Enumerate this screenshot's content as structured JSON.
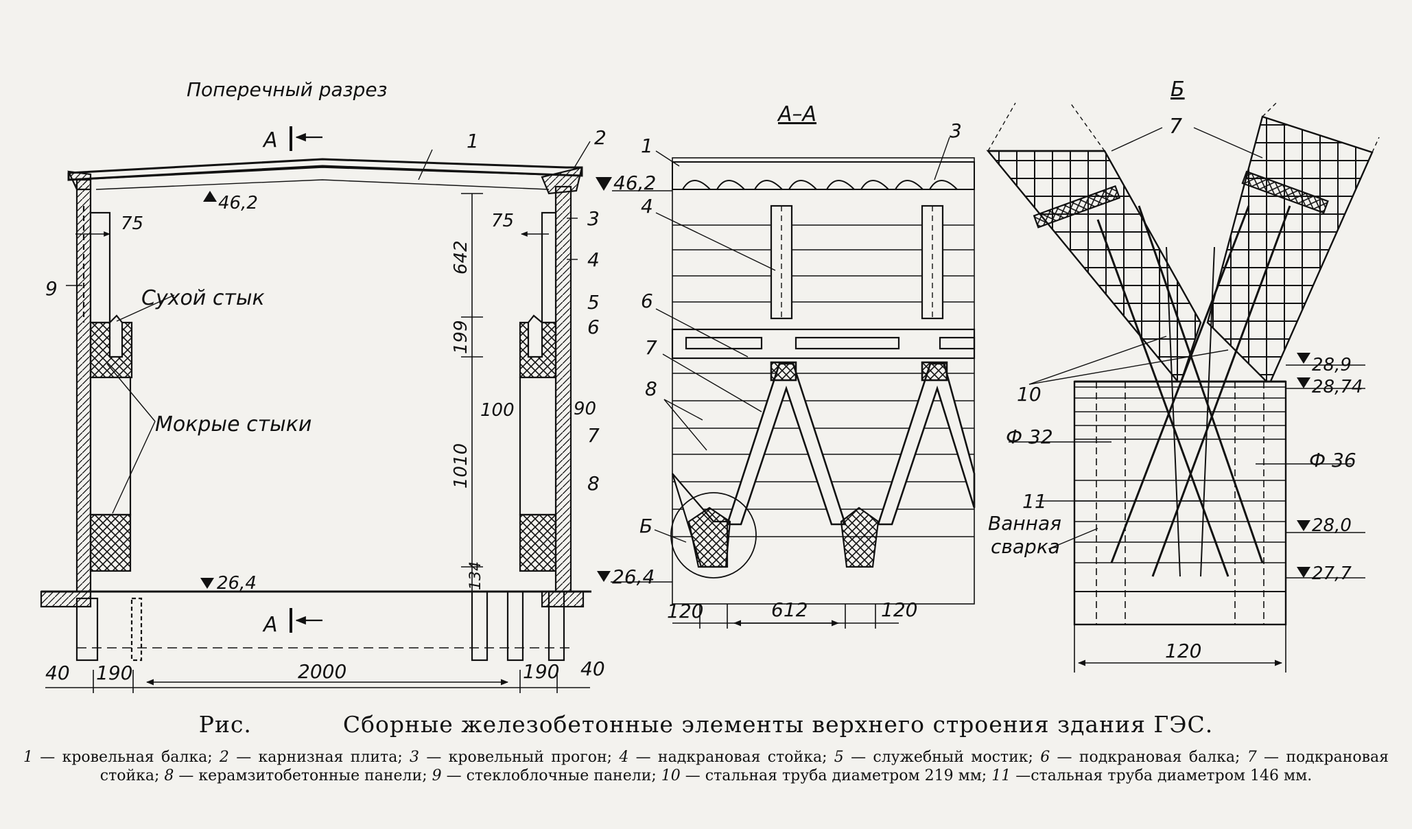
{
  "views": {
    "cross_section": {
      "title": "Поперечный разрез",
      "section_mark": "А",
      "labels": {
        "n1": "1",
        "n2": "2",
        "n3": "3",
        "n4": "4",
        "n5": "5",
        "n6": "6",
        "n7": "7",
        "n8": "8",
        "n9": "9"
      },
      "annotations": {
        "dry_joint": "Сухой стык",
        "wet_joints": "Мокрые стыки"
      },
      "elevations": {
        "top": "46,2",
        "floor": "26,4"
      },
      "dimensions": {
        "d75_left": "75",
        "d75_right": "75",
        "d642": "642",
        "d199": "199",
        "d100": "100",
        "d90": "90",
        "d1010": "1010",
        "d134": "134",
        "d40_left": "40",
        "d190_left": "190",
        "d2000": "2000",
        "d190_right": "190",
        "d40_right": "40"
      }
    },
    "section_aa": {
      "title": "А–А",
      "labels": {
        "n1": "1",
        "n3": "3",
        "n4": "4",
        "n6": "6",
        "n7": "7",
        "n8": "8"
      },
      "detail_mark": "Б",
      "elevations": {
        "top": "46,2",
        "floor": "26,4"
      },
      "dimensions": {
        "d120_left": "120",
        "d612": "612",
        "d120_right": "120"
      }
    },
    "detail_b": {
      "title": "Б",
      "labels": {
        "n7": "7",
        "n10": "10",
        "n11": "11"
      },
      "annotations": {
        "bath_weld_line1": "Ванная",
        "bath_weld_line2": "сварка"
      },
      "diameters": {
        "phi32": "Ф 32",
        "phi36": "Ф 36"
      },
      "elevations": {
        "e1": "28,9",
        "e2": "28,74",
        "e3": "28,0",
        "e4": "27,7"
      },
      "dimensions": {
        "d120": "120"
      }
    }
  },
  "caption": {
    "prefix": "Рис.",
    "title": "Сборные железобетонные элементы верхнего строения здания ГЭС.",
    "legend": [
      {
        "num": "1",
        "text": " — кровельная балка; "
      },
      {
        "num": "2",
        "text": " — карнизная плита; "
      },
      {
        "num": "3",
        "text": " — кровельный прогон; "
      },
      {
        "num": "4",
        "text": " — надкрановая стойка; "
      },
      {
        "num": "5",
        "text": " — служебный мостик; "
      },
      {
        "num": "6",
        "text": " — подкрановая балка; "
      },
      {
        "num": "7",
        "text": " — подкрановая стойка; "
      },
      {
        "num": "8",
        "text": " — керамзитобетонные панели; "
      },
      {
        "num": "9",
        "text": " — стеклоблочные панели; "
      },
      {
        "num": "10",
        "text": " — стальная труба диаметром 219 мм; "
      },
      {
        "num": "11",
        "text": " —стальная труба диаметром 146 мм."
      }
    ]
  }
}
